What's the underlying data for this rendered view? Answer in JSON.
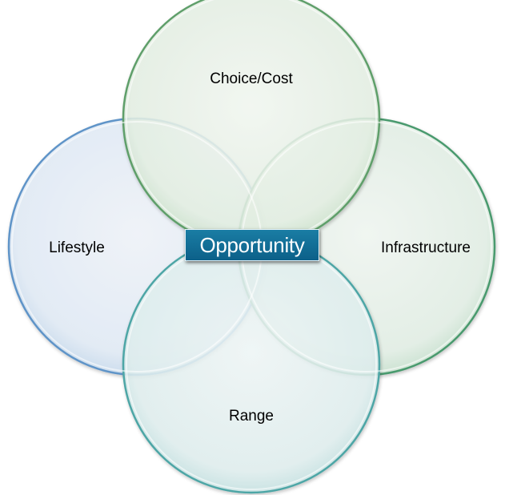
{
  "diagram": {
    "center_label": "Opportunity",
    "circles": {
      "top": {
        "label": "Choice/Cost",
        "color": "#7fb88a"
      },
      "left": {
        "label": "Lifestyle",
        "color": "#6a9fcf"
      },
      "right": {
        "label": "Infrastructure",
        "color": "#5fae86"
      },
      "bottom": {
        "label": "Range",
        "color": "#6fbcbc"
      }
    },
    "center_box_color": "#0f6b93"
  }
}
